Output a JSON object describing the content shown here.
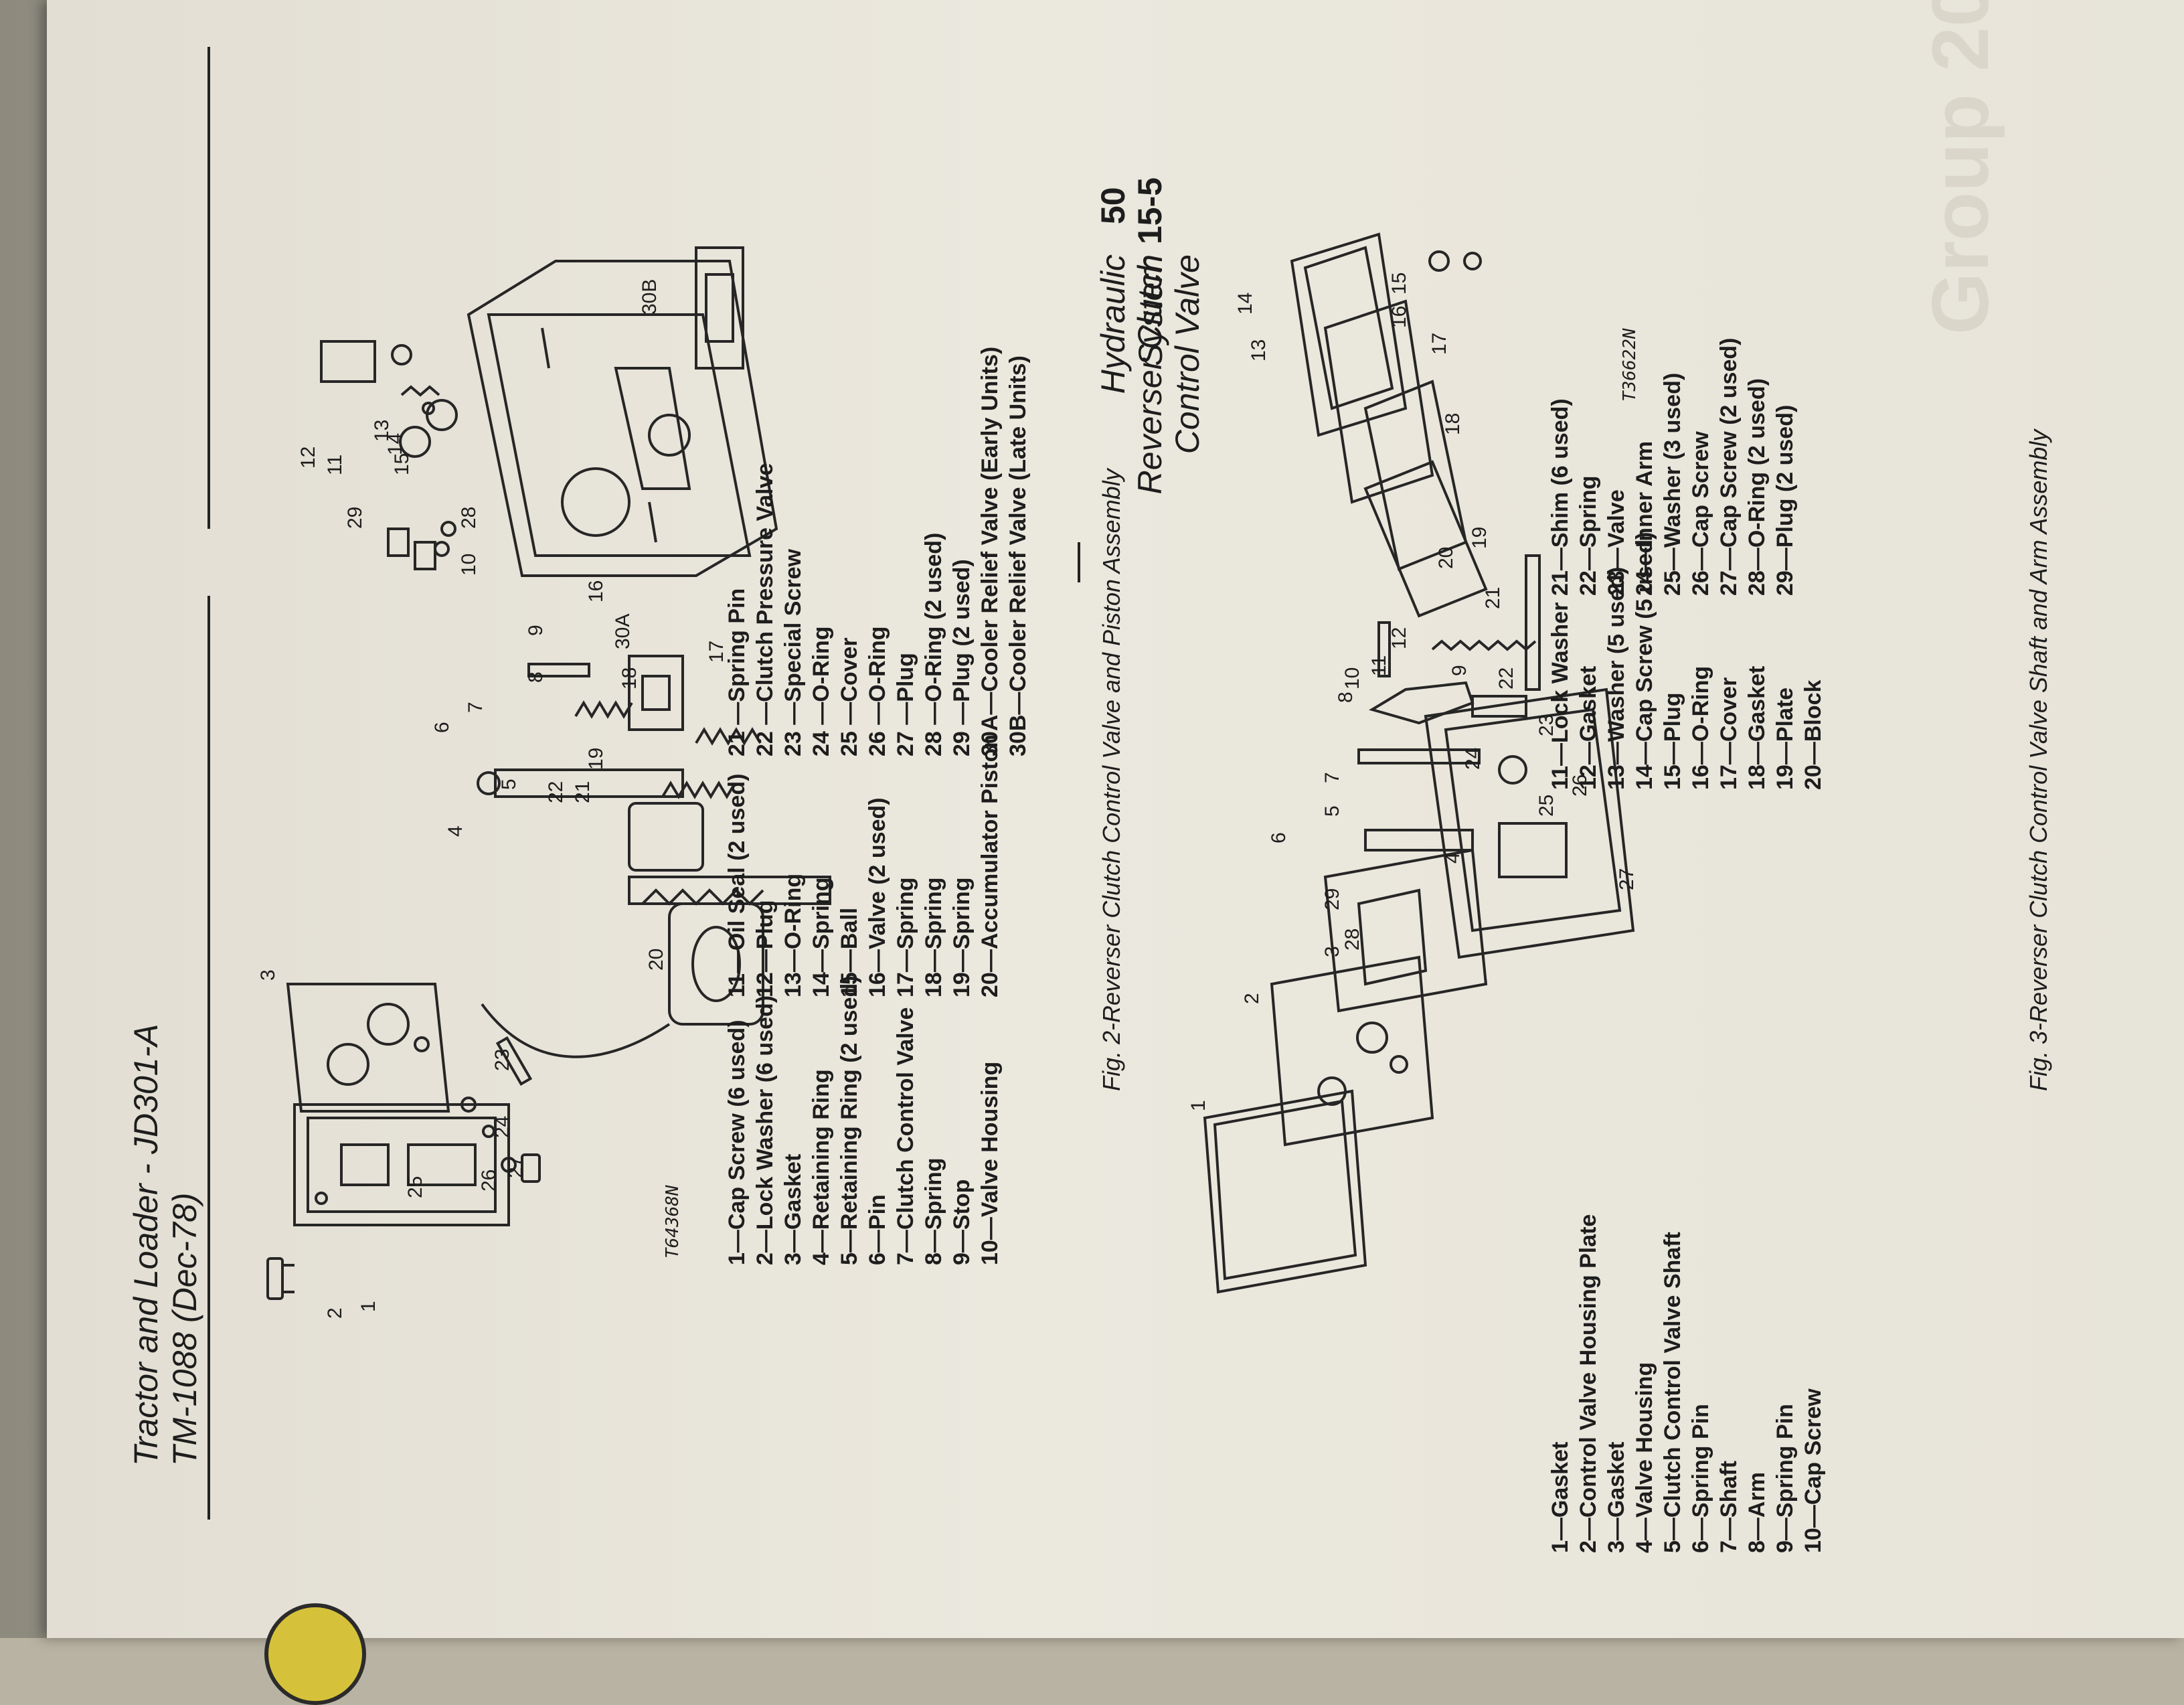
{
  "header": {
    "left_line1": "Tractor and Loader - JD301-A",
    "left_line2": "TM-1088 (Dec-78)",
    "right_line1": "Hydraulic System",
    "right_line2": "Reverser Clutch Control Valve",
    "page_main": "50",
    "page_sub": "15-5"
  },
  "bleed_through": "Group 20",
  "figure2": {
    "drawing_code": "T64368N",
    "caption": "Fig. 2-Reverser Clutch Control Valve and Piston Assembly",
    "callouts": [
      "1",
      "2",
      "3",
      "4",
      "5",
      "6",
      "7",
      "8",
      "9",
      "10",
      "11",
      "12",
      "13",
      "14",
      "15",
      "16",
      "17",
      "18",
      "19",
      "20",
      "21",
      "22",
      "23",
      "24",
      "25",
      "26",
      "27",
      "28",
      "29",
      "30A",
      "30B"
    ],
    "legend_col1": [
      "1—Cap Screw (6 used)",
      "2—Lock Washer (6 used)",
      "3—Gasket",
      "4—Retaining Ring",
      "5—Retaining Ring (2 used)",
      "6—Pin",
      "7—Clutch Control Valve",
      "8—Spring",
      "9—Stop",
      "10—Valve Housing"
    ],
    "legend_col2": [
      "11—Oil Seal (2 used)",
      "12—Plug",
      "13—O-Ring",
      "14—Spring",
      "15—Ball",
      "16—Valve (2 used)",
      "17—Spring",
      "18—Spring",
      "19—Spring",
      "20—Accumulator Piston"
    ],
    "legend_col3": [
      "21 —Spring Pin",
      "22 —Clutch Pressure Valve",
      "23 —Special Screw",
      "24 —O-Ring",
      "25 —Cover",
      "26 —O-Ring",
      "27 —Plug",
      "28 —O-Ring (2 used)",
      "29 —Plug (2 used)",
      "30A—Cooler Relief Valve (Early Units)",
      "30B—Cooler Relief Valve (Late Units)"
    ]
  },
  "figure3": {
    "drawing_code": "T36622N",
    "caption": "Fig. 3-Reverser Clutch Control Valve Shaft and Arm Assembly",
    "callouts": [
      "1",
      "2",
      "3",
      "4",
      "5",
      "6",
      "7",
      "8",
      "9",
      "10",
      "11",
      "12",
      "13",
      "14",
      "15",
      "16",
      "17",
      "18",
      "19",
      "20",
      "21",
      "22",
      "23",
      "24",
      "25",
      "26",
      "27",
      "28",
      "29"
    ],
    "legend_col1": [
      "1—Gasket",
      "2—Control Valve Housing Plate",
      "3—Gasket",
      "4—Valve Housing",
      "5—Clutch Control Valve Shaft",
      "6—Spring Pin",
      "7—Shaft",
      "8—Arm",
      "9—Spring Pin",
      "10—Cap Screw"
    ],
    "legend_col2": [
      "11—Lock Washer",
      "12—Gasket",
      "13—Washer (5 used)",
      "14—Cap Screw (5 used)",
      "15—Plug",
      "16—O-Ring",
      "17—Cover",
      "18—Gasket",
      "19—Plate",
      "20—Block"
    ],
    "legend_col3": [
      "21—Shim (6 used)",
      "22—Spring",
      "23—Valve",
      "24—Inner Arm",
      "25—Washer (3 used)",
      "26—Cap Screw",
      "27—Cap Screw (2 used)",
      "28—O-Ring (2 used)",
      "29—Plug (2 used)"
    ]
  }
}
